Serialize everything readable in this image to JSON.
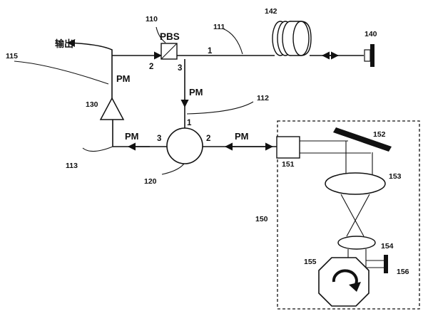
{
  "output_label": "输出",
  "component_numbers": {
    "pbs": "110",
    "fiber_top": "111",
    "fiber_vertical": "112",
    "fiber_left": "113",
    "fiber_output": "115",
    "circulator": "120",
    "amplifier": "130",
    "mirror": "140",
    "coil": "142",
    "dashed_box": "150",
    "collimator": "151",
    "grating": "152",
    "lens_big": "153",
    "lens_small": "154",
    "rotor": "155",
    "mirror_small": "156"
  },
  "pbs_label": "PBS",
  "pbs_ports": {
    "p1": "1",
    "p2": "2",
    "p3": "3"
  },
  "circulator_ports": {
    "p1": "1",
    "p2": "2",
    "p3": "3"
  },
  "fiber_type_labels": {
    "output": "PM",
    "pbs_down": "PM",
    "left": "PM",
    "right": "PM"
  }
}
